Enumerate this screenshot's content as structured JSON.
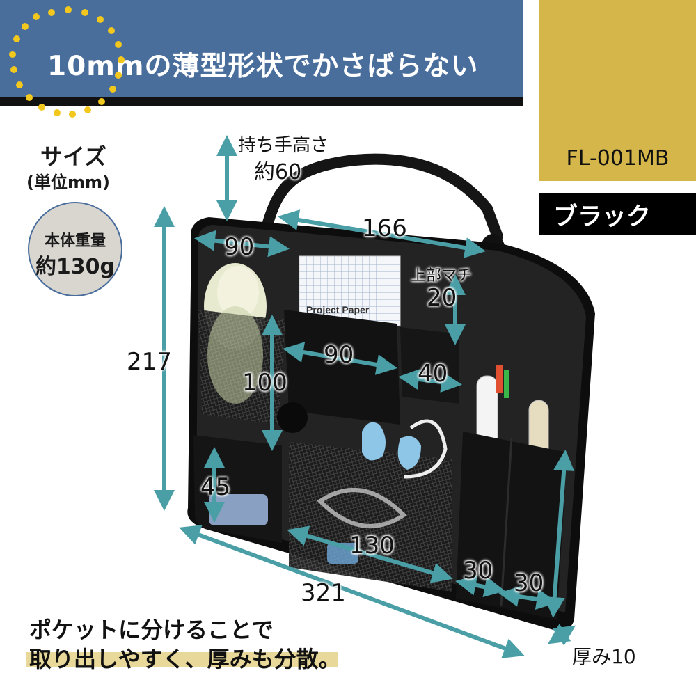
{
  "headline": "10mmの薄型形状でかさばらない",
  "model": "FL-001MB",
  "color_name": "ブラック",
  "size_title": "サイズ",
  "size_unit": "(単位mm)",
  "weight": {
    "label": "本体重量",
    "value": "約130g"
  },
  "handle": {
    "label": "持ち手高さ",
    "value": "約60"
  },
  "top_gusset": {
    "label": "上部マチ",
    "value": "20"
  },
  "thickness": "厚み10",
  "dimensions": {
    "height": "217",
    "width_total": "321",
    "top_width": "166",
    "pocket_top_left": "90",
    "pocket_center": "90",
    "pocket_small": "40",
    "mesh_height": "100",
    "bottom_pocket_height": "45",
    "bottom_mesh": "130",
    "pen_left": "30",
    "pen_right": "30"
  },
  "tagline": [
    "ポケットに分けることで",
    "取り出しやすく、厚みも分散。"
  ],
  "colors": {
    "banner": "#4a6e9c",
    "accent": "#d4b64a",
    "arrow": "#4a9ea5",
    "dots": "#f2c81e"
  }
}
